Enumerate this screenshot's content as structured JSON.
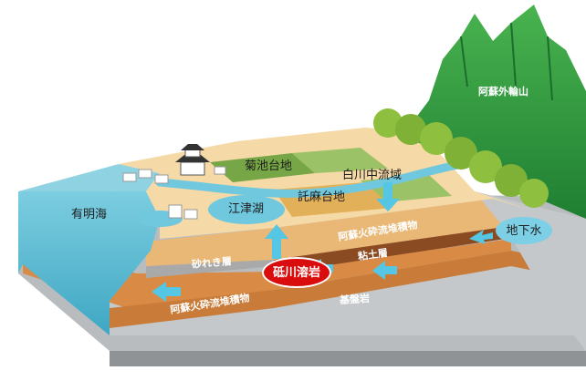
{
  "labels": {
    "mountain": "阿蘇外輪山",
    "kikuchi": "菊池台地",
    "shirakawa": "白川中流域",
    "takuma": "託麻台地",
    "ezu": "江津湖",
    "ariake": "有明海",
    "groundwater": "地下水",
    "aso_upper": "阿蘇火砕流堆積物",
    "clay": "粘土層",
    "gravel": "砂れき層",
    "togawa": "砥川溶岩",
    "aso_lower": "阿蘇火砕流堆積物",
    "bedrock": "基盤岩"
  },
  "colors": {
    "sea": "#5bb9cf",
    "plain": "#f5d9a6",
    "water": "#6fc8de",
    "mountain": "#2e9a3f",
    "lava": "#d90d0d",
    "arrow": "#55c6e3",
    "bedrock": "#b9bdc0"
  }
}
